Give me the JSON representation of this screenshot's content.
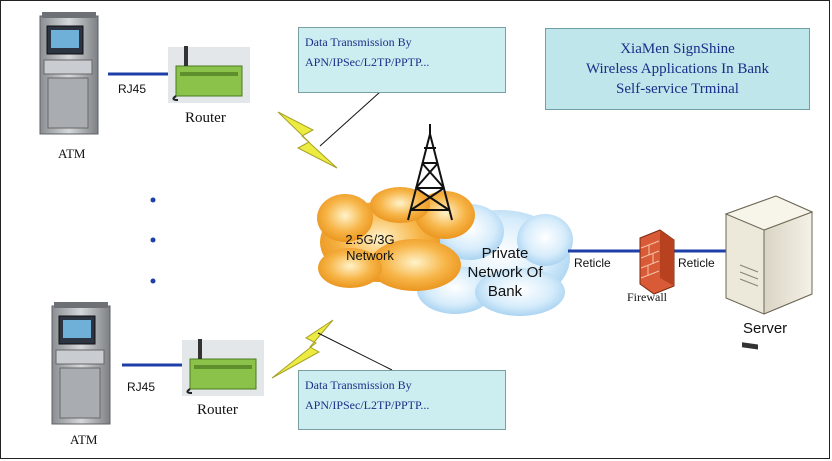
{
  "title_box": {
    "line1": "XiaMen SignShine",
    "line2": "Wireless Applications In Bank",
    "line3": "Self-service Trminal"
  },
  "top_branch": {
    "atm_label": "ATM",
    "link_label": "RJ45",
    "router_label": "Router",
    "callout_line1": "Data Transmission By",
    "callout_line2": "APN/IPSec/L2TP/PPTP..."
  },
  "bottom_branch": {
    "atm_label": "ATM",
    "link_label": "RJ45",
    "router_label": "Router",
    "callout_line1": "Data Transmission By",
    "callout_line2": "APN/IPSec/L2TP/PPTP..."
  },
  "network_cloud": {
    "line1": "2.5G/3G",
    "line2": "Network"
  },
  "bank_cloud": {
    "line1": "Private",
    "line2": "Network Of",
    "line3": "Bank"
  },
  "firewall": {
    "label": "Firewall",
    "left_link": "Reticle",
    "right_link": "Reticle"
  },
  "server": {
    "label": "Server"
  },
  "colors": {
    "link": "#1f3fa8",
    "callout_bg": "#cdeef0",
    "title_text": "#1a2f8a",
    "orange_cloud": "#f5a623",
    "blue_cloud": "#b9dcf5",
    "lightning": "#e8e53a"
  }
}
